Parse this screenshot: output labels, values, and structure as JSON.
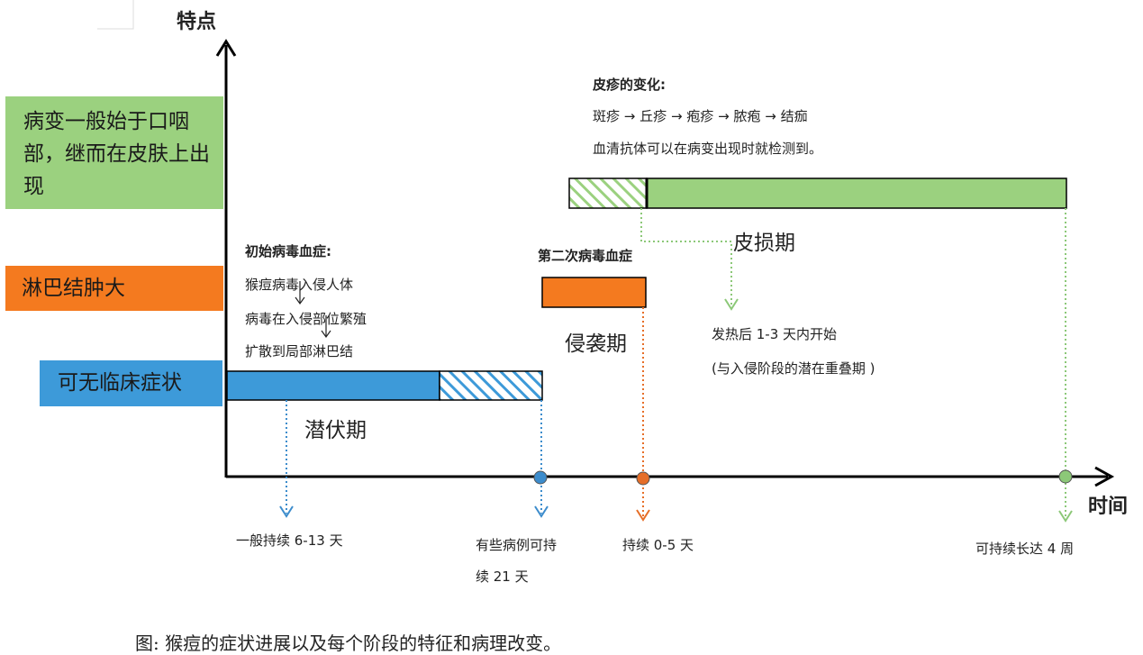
{
  "axes": {
    "y_label": "特点",
    "x_label": "时间"
  },
  "left_labels": {
    "green": "病变一般始于口咽部，继而在皮肤上出现",
    "orange": "淋巴结肿大",
    "blue": "可无临床症状"
  },
  "stages": {
    "incubation": "潜伏期",
    "invasion": "侵袭期",
    "skin": "皮损期"
  },
  "notes": {
    "initial_title": "初始病毒血症:",
    "initial_steps": [
      "猴痘病毒入侵人体",
      "病毒在入侵部位繁殖",
      "扩散到局部淋巴结"
    ],
    "second_title": "第二次病毒血症",
    "rash_title": "皮疹的变化:",
    "rash_seq": [
      "斑疹",
      "丘疹",
      "疱疹",
      "脓疱",
      "结痂"
    ],
    "rash_note": "血清抗体可以在病变出现时就检测到。",
    "fever_note1": "发热后 1-3 天内开始",
    "fever_note2": "(与入侵阶段的潜在重叠期 )"
  },
  "durations": {
    "incubation": "一般持续 6-13 天",
    "some_cases_1": "有些病例可持",
    "some_cases_2": "续 21 天",
    "invasion": "持续 0-5 天",
    "skin": "可持续长达 4 周"
  },
  "caption": "图: 猴痘的症状进展以及每个阶段的特征和病理改变。",
  "colors": {
    "green": "#9BD17F",
    "orange": "#F47A1F",
    "blue": "#3D9AD9",
    "green_marker": "#8CC878",
    "orange_marker": "#E66E28",
    "blue_marker": "#3C8CCC"
  }
}
